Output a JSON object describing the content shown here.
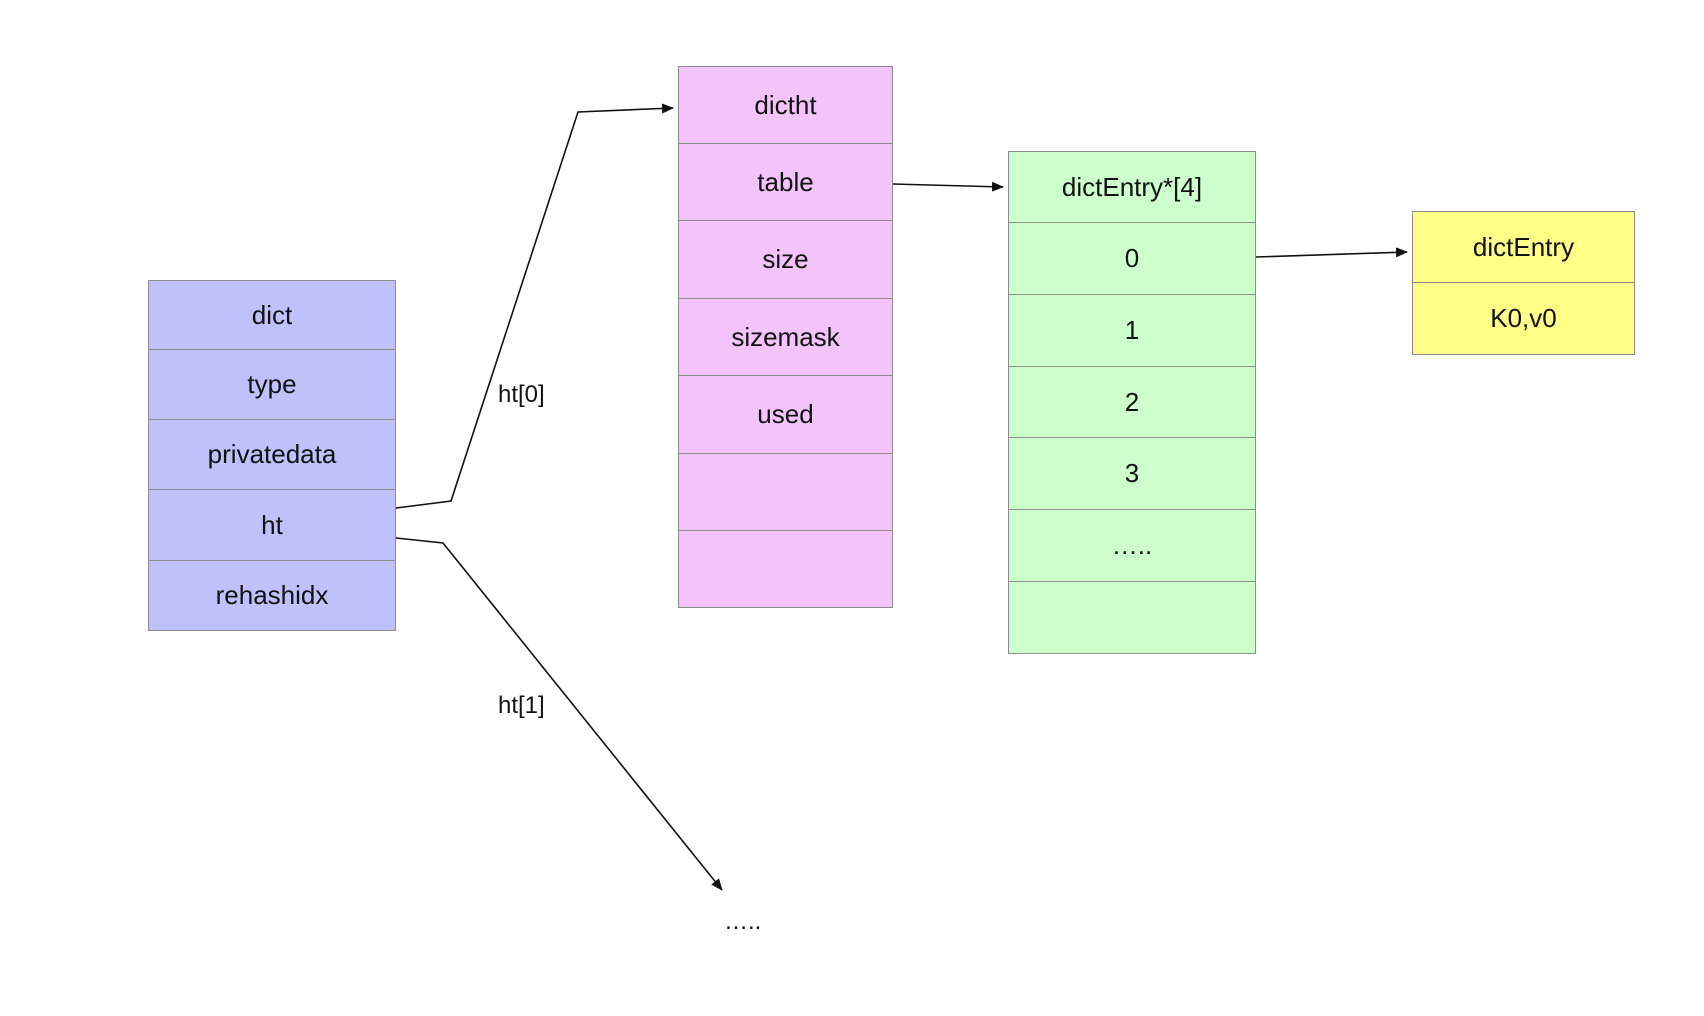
{
  "colors": {
    "dict_fill": "#bfc1fb",
    "dictht_fill": "#f3c4fb",
    "table_fill": "#ccffcc",
    "entry_fill": "#ffff88",
    "border": "#8c8c8c",
    "arrow": "#111111"
  },
  "dict": {
    "cells": [
      "dict",
      "type",
      "privatedata",
      "ht",
      "rehashidx"
    ]
  },
  "dictht": {
    "cells": [
      "dictht",
      "table",
      "size",
      "sizemask",
      "used",
      "",
      ""
    ]
  },
  "table": {
    "cells": [
      "dictEntry*[4]",
      "0",
      "1",
      "2",
      "3",
      "…..",
      ""
    ]
  },
  "entry": {
    "cells": [
      "dictEntry",
      "K0,v0"
    ]
  },
  "labels": {
    "ht0": "ht[0]",
    "ht1": "ht[1]",
    "ellipsis": "….."
  }
}
